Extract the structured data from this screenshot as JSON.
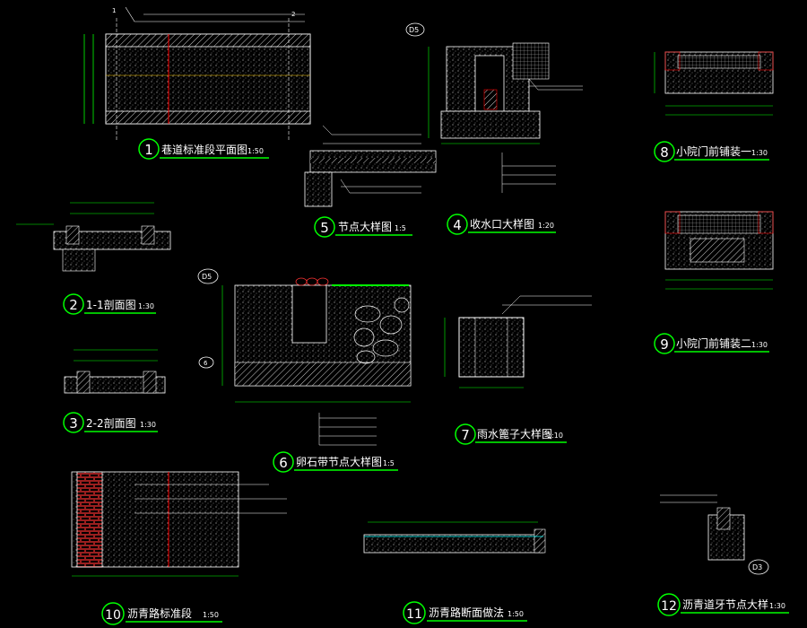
{
  "drawings": [
    {
      "num": "1",
      "title": "巷道标准段平面图",
      "scale": "1:50"
    },
    {
      "num": "2",
      "title": "1-1剖面图",
      "scale": "1:30"
    },
    {
      "num": "3",
      "title": "2-2剖面图",
      "scale": "1:30"
    },
    {
      "num": "4",
      "title": "收水口大样图",
      "scale": "1:20"
    },
    {
      "num": "5",
      "title": "节点大样图",
      "scale": "1:5"
    },
    {
      "num": "6",
      "title": "卵石带节点大样图",
      "scale": "1:5"
    },
    {
      "num": "7",
      "title": "雨水篦子大样图",
      "scale": "1:10"
    },
    {
      "num": "8",
      "title": "小院门前铺装一",
      "scale": "1:30"
    },
    {
      "num": "9",
      "title": "小院门前铺装二",
      "scale": "1:30"
    },
    {
      "num": "10",
      "title": "沥青路标准段",
      "scale": "1:50"
    },
    {
      "num": "11",
      "title": "沥青路断面做法",
      "scale": "1:50"
    },
    {
      "num": "12",
      "title": "沥青道牙节点大样",
      "scale": "1:30"
    }
  ],
  "refs": {
    "d5_a": "D5",
    "d5_b": "D5",
    "d3": "D3",
    "sec1": "1",
    "sec2": "2",
    "sec6": "6"
  },
  "colors": {
    "background": "#000000",
    "lines": "#ffffff",
    "green": "#00ff00",
    "red": "#ff0000",
    "dims": "#00ff00"
  }
}
